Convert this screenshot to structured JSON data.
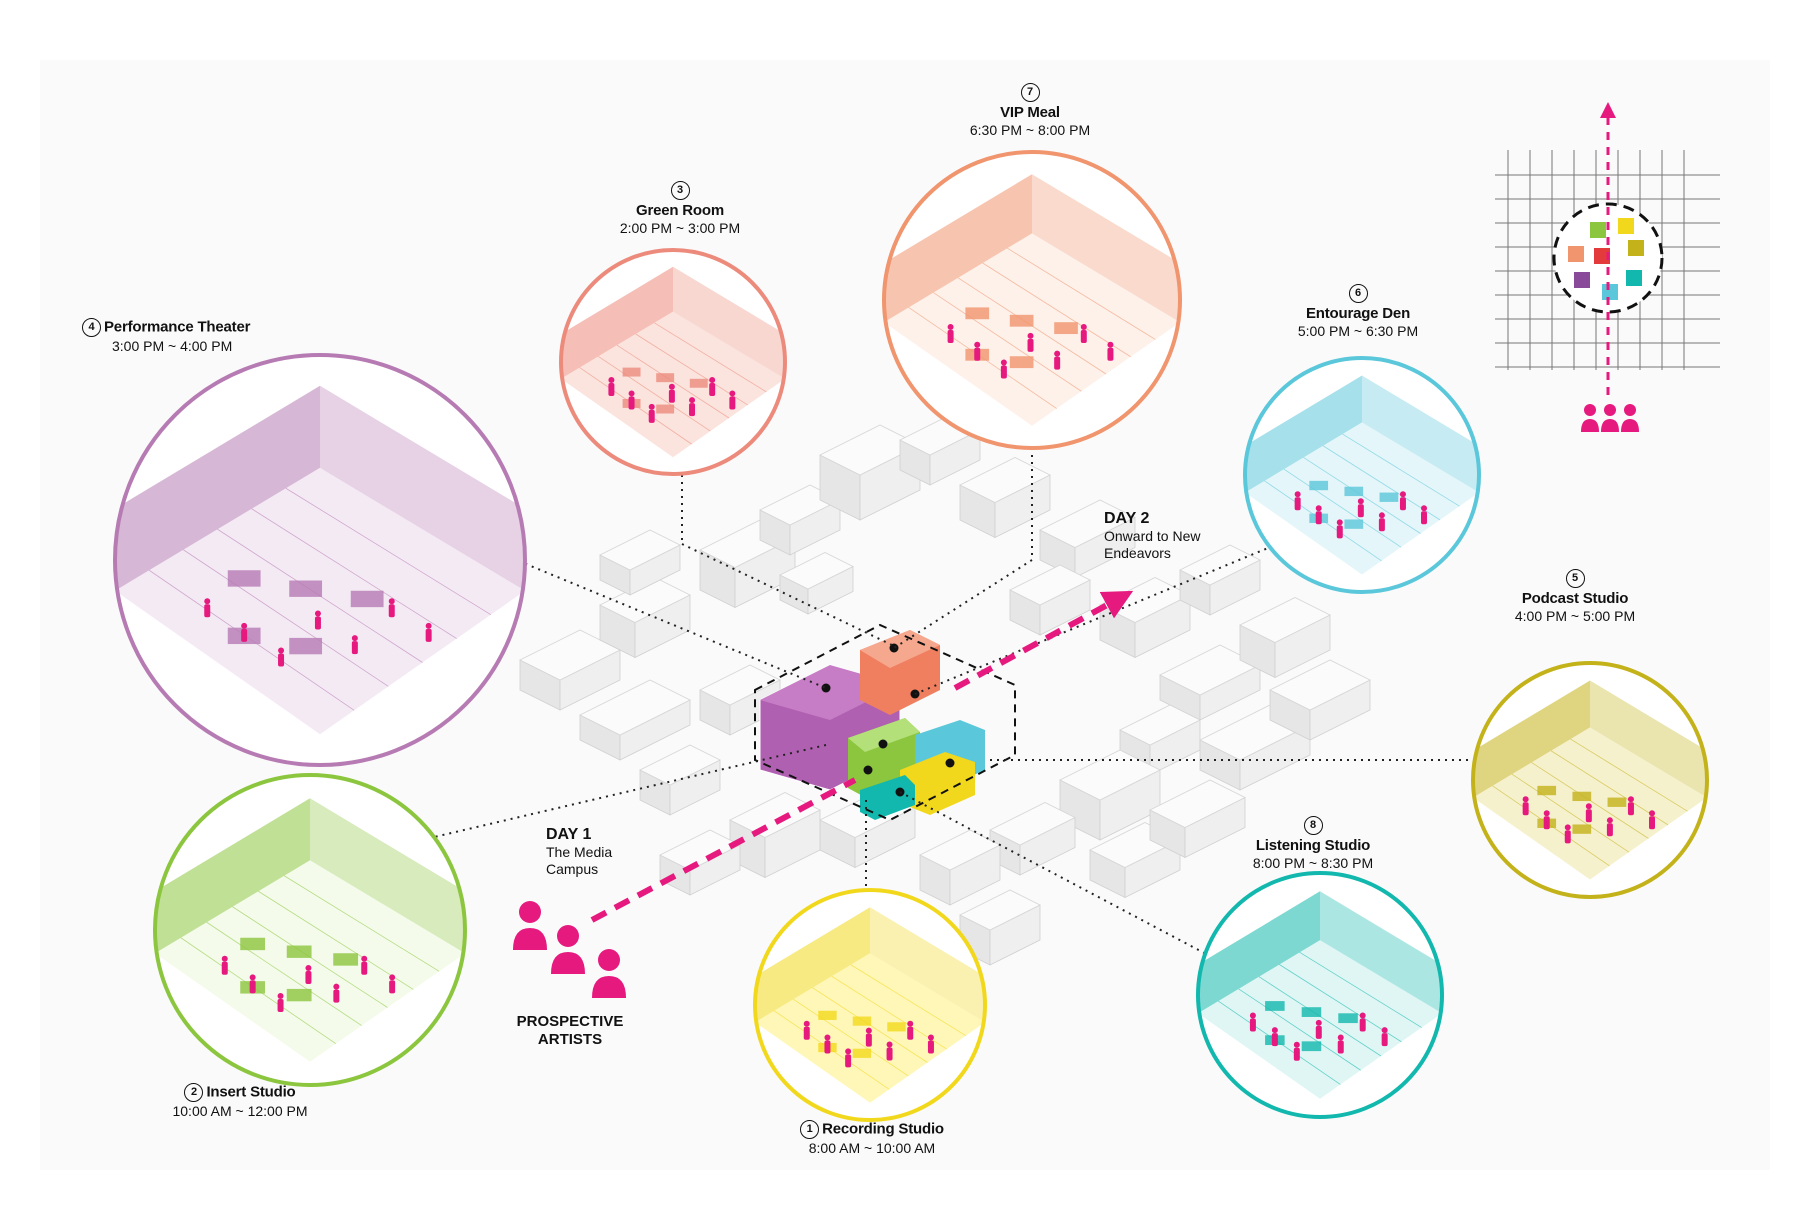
{
  "stations": [
    {
      "id": "recording",
      "number": "1",
      "title": "Recording Studio",
      "time": "8:00 AM ~ 10:00 AM",
      "color": "#f2d81c"
    },
    {
      "id": "insert",
      "number": "2",
      "title": "Insert Studio",
      "time": "10:00 AM ~ 12:00 PM",
      "color": "#8cc63f"
    },
    {
      "id": "green-room",
      "number": "3",
      "title": "Green Room",
      "time": "2:00 PM ~ 3:00 PM",
      "color": "#ec8b7c"
    },
    {
      "id": "performance",
      "number": "4",
      "title": "Performance Theater",
      "time": "3:00 PM ~ 4:00 PM",
      "color": "#b77bb4"
    },
    {
      "id": "podcast",
      "number": "5",
      "title": "Podcast Studio",
      "time": "4:00 PM ~ 5:00 PM",
      "color": "#c4b21a"
    },
    {
      "id": "entourage",
      "number": "6",
      "title": "Entourage Den",
      "time": "5:00 PM ~ 6:30 PM",
      "color": "#5bc7da"
    },
    {
      "id": "vip",
      "number": "7",
      "title": "VIP Meal",
      "time": "6:30 PM ~ 8:00 PM",
      "color": "#f0956e"
    },
    {
      "id": "listening",
      "number": "8",
      "title": "Listening Studio",
      "time": "8:00 PM ~ 8:30 PM",
      "color": "#12b8ad"
    }
  ],
  "day1": {
    "label": "DAY 1",
    "line1": "The Media",
    "line2": "Campus"
  },
  "day2": {
    "label": "DAY 2",
    "line1": "Onward to New",
    "line2": "Endeavors"
  },
  "artists": {
    "line1": "PROSPECTIVE",
    "line2": "ARTISTS"
  },
  "colors": {
    "accent": "#e6197f",
    "theater": "#b060b0",
    "line": "#222222"
  },
  "icons": [
    "person-icon",
    "upward-arrow-icon"
  ]
}
